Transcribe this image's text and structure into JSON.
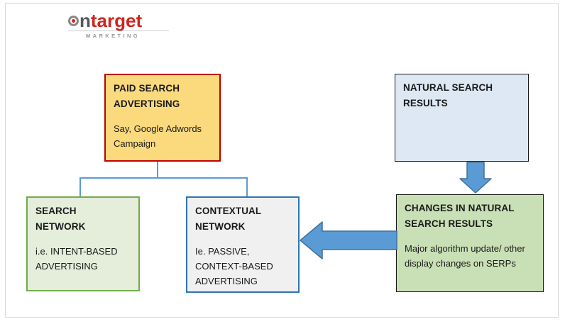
{
  "canvas": {
    "background": "#FFFFFF",
    "frame_border_color": "#D9D9D9"
  },
  "logo": {
    "text_n": "n",
    "text_target": "target",
    "subtext": "MARKETING",
    "gray": "#57585A",
    "red": "#D0251F",
    "subtext_gray": "#95979A",
    "underline_gray": "#CFCFCF",
    "bullseye_dot_red": "#D0251F"
  },
  "diagram": {
    "connector_color": "#5B9BD5",
    "arrow_fill": "#5B9BD5",
    "arrow_stroke": "#41719C",
    "boxes": [
      {
        "id": "paid-search-advertising",
        "title": "PAID SEARCH ADVERTISING",
        "body": "Say, Google Adwords Campaign",
        "fill": "#FBDA7E",
        "border": "#C00000"
      },
      {
        "id": "natural-search-results",
        "title": "NATURAL SEARCH RESULTS",
        "body": "",
        "fill": "#DDE8F4",
        "border": "#1A1A1A"
      },
      {
        "id": "search-network",
        "title": "SEARCH NETWORK",
        "body": "i.e. INTENT-BASED ADVERTISING",
        "fill": "#E4EEDB",
        "border": "#70AD47"
      },
      {
        "id": "contextual-network",
        "title": "CONTEXTUAL NETWORK",
        "body": "Ie. PASSIVE, CONTEXT-BASED ADVERTISING",
        "fill": "#F0F0F0",
        "border": "#2E75B6"
      },
      {
        "id": "changes-in-natural-search-results",
        "title": "CHANGES IN NATURAL SEARCH RESULTS",
        "body": "Major algorithm update/ other display changes on SERPs",
        "fill": "#C9E0B6",
        "border": "#1A1A1A"
      }
    ]
  }
}
